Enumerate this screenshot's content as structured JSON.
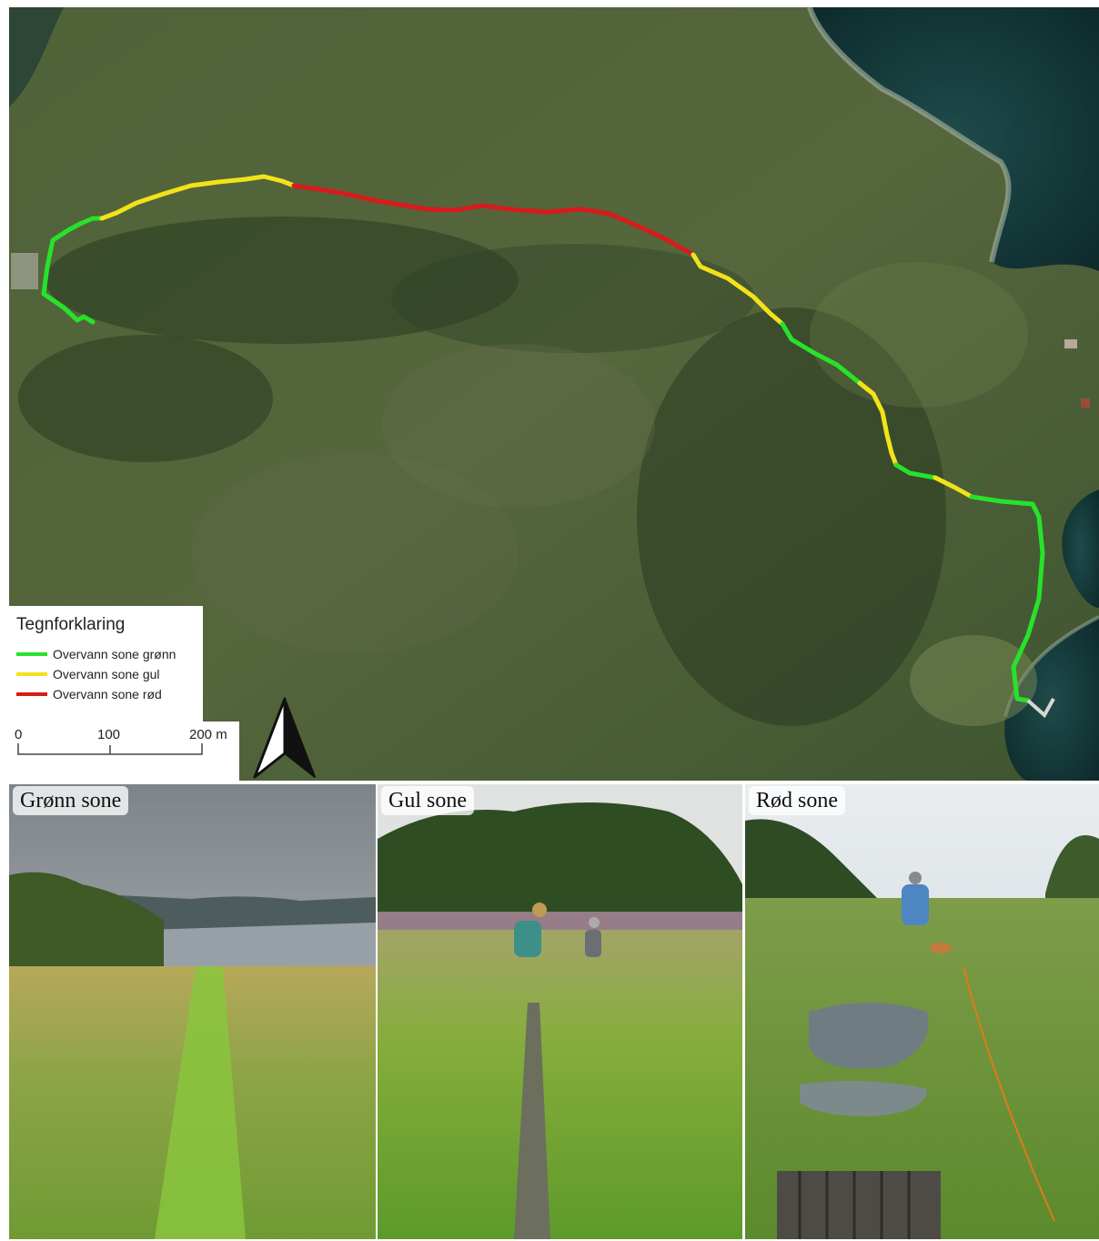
{
  "map": {
    "legend": {
      "title": "Tegnforklaring",
      "items": [
        {
          "label": "Overvann sone grønn",
          "color": "#27e22a"
        },
        {
          "label": "Overvann sone gul",
          "color": "#f2e21a"
        },
        {
          "label": "Overvann sone rød",
          "color": "#d81b1b"
        }
      ]
    },
    "scale": {
      "labels": [
        "0",
        "100",
        "200 m"
      ]
    },
    "north_arrow_icon": "north-arrow-icon"
  },
  "photos": [
    {
      "label": "Grønn sone"
    },
    {
      "label": "Gul sone"
    },
    {
      "label": "Rød sone"
    }
  ]
}
